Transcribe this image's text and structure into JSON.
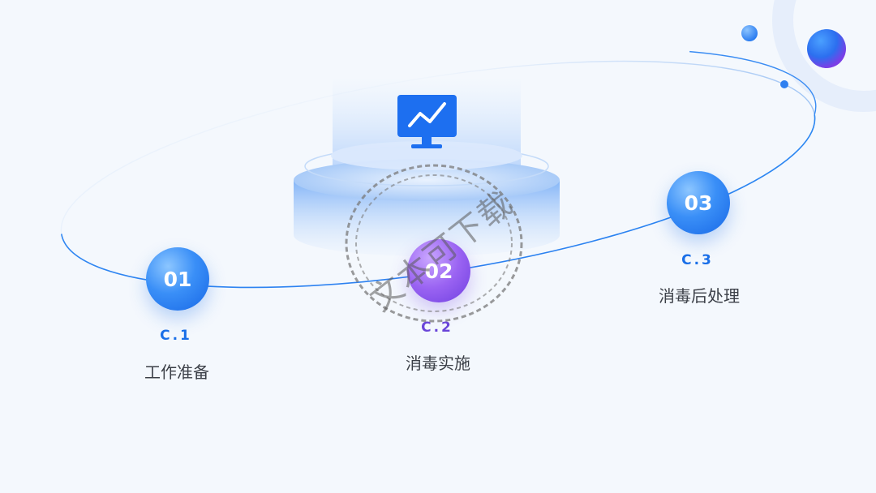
{
  "steps": [
    {
      "number": "01",
      "code": "C.1",
      "label": "工作准备",
      "color": "#1a6fe8"
    },
    {
      "number": "02",
      "code": "C.2",
      "label": "消毒实施",
      "color": "#6a45d9"
    },
    {
      "number": "03",
      "code": "C.3",
      "label": "消毒后处理",
      "color": "#1a6fe8"
    }
  ],
  "watermark": {
    "text": "文本可下载"
  },
  "icons": {
    "center": "monitor-chart-icon"
  }
}
